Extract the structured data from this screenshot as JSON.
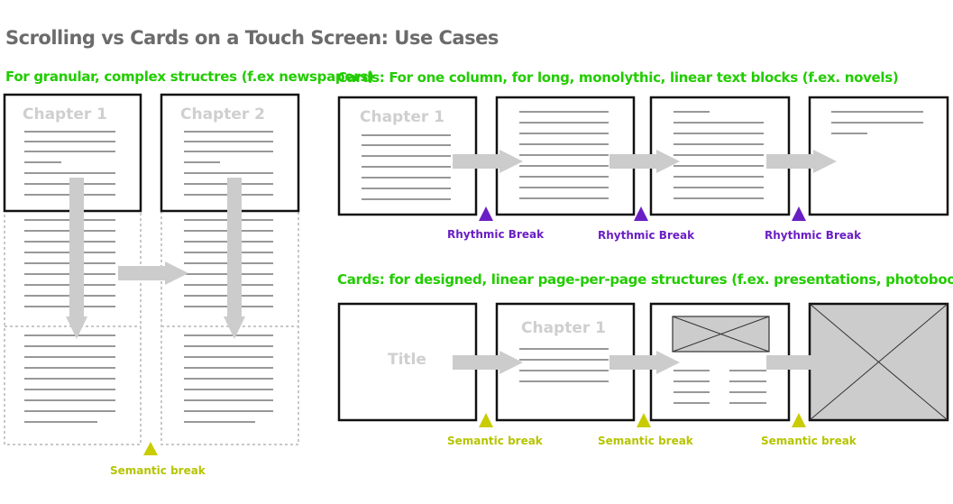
{
  "page_title": "Scrolling vs Cards on a Touch Screen: Use Cases",
  "sections": {
    "scrolling": {
      "heading": "For granular, complex structres (f.ex newspapers)",
      "pages": [
        {
          "label": "Chapter 1"
        },
        {
          "label": "Chapter 2"
        }
      ],
      "break_label": "Semantic break"
    },
    "novel_cards": {
      "heading": "Cards: For one column, for long, monolythic, linear text blocks (f.ex. novels)",
      "first_card_label": "Chapter 1",
      "break_labels": [
        "Rhythmic Break",
        "Rhythmic Break",
        "Rhythmic Break"
      ]
    },
    "presentation_cards": {
      "heading": "Cards: for designed, linear page-per-page structures (f.ex. presentations, photobooks)",
      "card_labels": [
        "Title",
        "Chapter 1"
      ],
      "break_labels": [
        "Semantic break",
        "Semantic break",
        "Semantic break"
      ]
    }
  },
  "colors": {
    "heading": "#22cc00",
    "rhythmic_marker": "#6a1fc4",
    "semantic_marker": "#c9cc00",
    "arrow": "#cccccc",
    "placeholder_fill": "#cccccc"
  }
}
